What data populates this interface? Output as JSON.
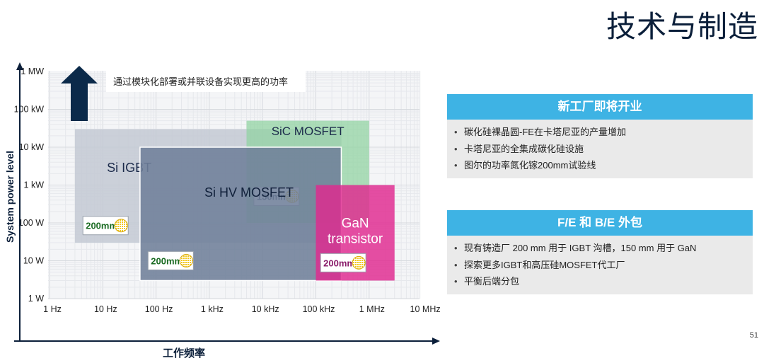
{
  "title": "技术与制造",
  "chart_data": {
    "type": "region-diagram",
    "y_axis_label": "System power level",
    "x_axis_label": "工作频率",
    "y_ticks": [
      "1 W",
      "10 W",
      "100 W",
      "1 kW",
      "10 kW",
      "100 kW",
      "1 MW"
    ],
    "x_ticks": [
      "1 Hz",
      "10 Hz",
      "100 Hz",
      "1 kHz",
      "10 kHz",
      "100 kHz",
      "1 MHz",
      "10 MHz"
    ],
    "arrow_note": "通过模块化部署或并联设备实现更高的功率",
    "regions": [
      {
        "name": "Si IGBT",
        "x_from": "3 Hz",
        "x_to": "300 kHz",
        "y_from": "30 W",
        "y_to": "30 kW",
        "color": "#c3c9d4",
        "wafer": "200mm"
      },
      {
        "name": "SiC MOSFET",
        "x_from": "5 kHz",
        "x_to": "1 MHz",
        "y_from": "100 W",
        "y_to": "50 kW",
        "color": "#8fd2a0",
        "wafer": "150mm"
      },
      {
        "name": "Si HV MOSFET",
        "x_from": "50 Hz",
        "x_to": "300 kHz",
        "y_from": "3 W",
        "y_to": "10 kW",
        "color": "#6f7f9a",
        "wafer": "200mm"
      },
      {
        "name": "GaN transistor",
        "x_from": "100 kHz",
        "x_to": "3 MHz",
        "y_from": "3 W",
        "y_to": "1 kW",
        "color": "#e0288f",
        "wafer": "200mm"
      }
    ]
  },
  "panels": [
    {
      "header": "新工厂即将开业",
      "items": [
        "碳化硅裸晶圆-FE在卡塔尼亚的产量增加",
        "卡塔尼亚的全集成碳化硅设施",
        "图尔的功率氮化镓200mm试验线"
      ]
    },
    {
      "header": "F/E 和 B/E 外包",
      "items": [
        "现有铸造厂 200 mm 用于 IGBT 沟槽，150 mm 用于 GaN",
        "探索更多IGBT和高压硅MOSFET代工厂",
        "平衡后端分包"
      ]
    }
  ],
  "page_number": "51",
  "colors": {
    "title": "#0b1f3a",
    "panel_header": "#3eb3e4",
    "panel_body": "#eaeaea",
    "arrow": "#0b2a4a"
  }
}
